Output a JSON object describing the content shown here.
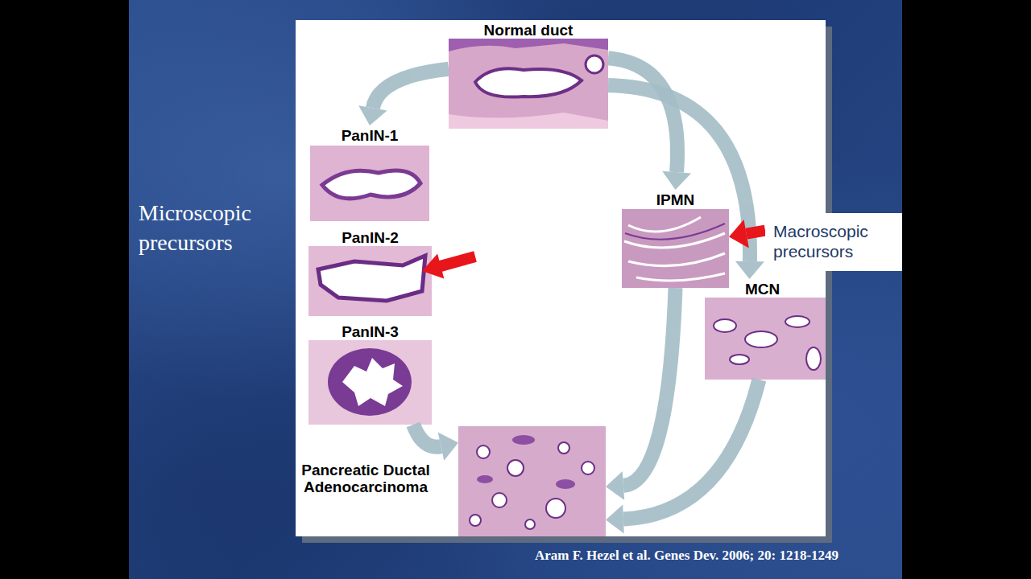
{
  "diagram": {
    "caption": "Aram F. Hezel et al. Genes Dev. 2006; 20: 1218-1249",
    "nodes": [
      {
        "text": [
          "Normal duct"
        ]
      },
      {
        "text": [
          "PanIN-1"
        ]
      },
      {
        "text": [
          "PanIN-2"
        ]
      },
      {
        "text": [
          "PanIN-3"
        ]
      },
      {
        "text": [
          "IPMN"
        ]
      },
      {
        "text": [
          "MCN"
        ]
      },
      {
        "text": [
          "Pancreatic Ductal Adenocarcinoma"
        ]
      },
      {
        "text": [
          "Macroscopic precursors"
        ]
      }
    ],
    "edges": [
      {
        "from": 0,
        "to": 1,
        "arrow": "to"
      },
      {
        "from": 3,
        "to": 6,
        "arrow": "to"
      },
      {
        "from": 0,
        "to": 4,
        "arrow": "to"
      },
      {
        "from": 0,
        "to": 5,
        "arrow": "to"
      },
      {
        "from": 4,
        "to": 6,
        "arrow": "to"
      },
      {
        "from": 5,
        "to": 6,
        "arrow": "to"
      },
      {
        "from": 7,
        "to": 4,
        "arrow": "to"
      }
    ],
    "labels": [
      "Microscopic precursors"
    ]
  }
}
